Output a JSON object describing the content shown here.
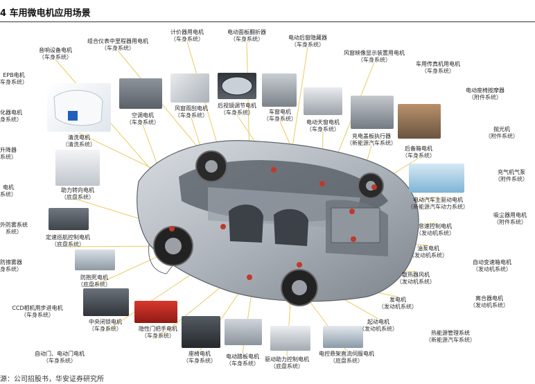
{
  "title": "4  车用微电机应用场景",
  "source": "源：公司招股书，华安证券研究所",
  "leaders_color": "#e8c75a",
  "labels": [
    {
      "id": "entertain",
      "name": "音响设备电机",
      "sub": "（车身系统）"
    },
    {
      "id": "cluster",
      "name": "组合仪表中里程器用电机",
      "sub": "（车身系统）"
    },
    {
      "id": "meter",
      "name": "计价器用电机",
      "sub": "（车身系统）"
    },
    {
      "id": "panelflip",
      "name": "电动面板翻折器",
      "sub": "（车身系统）"
    },
    {
      "id": "hiddenantenna",
      "name": "电动后窗隐藏器",
      "sub": "（车身系统）"
    },
    {
      "id": "hud",
      "name": "风窗映像显示装置用电机",
      "sub": "（车身系统）"
    },
    {
      "id": "fax",
      "name": "车用传真机用电机",
      "sub": "（车身系统）"
    },
    {
      "id": "seatmassage",
      "name": "电动座椅按摩器",
      "sub": "（附件系统）"
    },
    {
      "id": "epb",
      "name": "EPB电机",
      "sub": "车身系统）"
    },
    {
      "id": "purifier",
      "name": "化器电机",
      "sub": "身系统）"
    },
    {
      "id": "lift",
      "name": "升降器",
      "sub": "系统）"
    },
    {
      "id": "wash",
      "name": "清洗电机",
      "sub": "（清洗系统）"
    },
    {
      "id": "ac",
      "name": "空调电机",
      "sub": "（车身系统）"
    },
    {
      "id": "wiper",
      "name": "风窗雨刮电机",
      "sub": "（车身系统）"
    },
    {
      "id": "mirror",
      "name": "后视镜调节电机",
      "sub": "（车身系统）"
    },
    {
      "id": "sunroof",
      "name": "车窗电机",
      "sub": "（车身系统）"
    },
    {
      "id": "skyroof",
      "name": "电动天窗电机",
      "sub": "（车身系统）"
    },
    {
      "id": "chargeport",
      "name": "充电盖板执行器",
      "sub": "（新能源汽车系统）"
    },
    {
      "id": "trunk",
      "name": "后备箱电机",
      "sub": "（车身系统）"
    },
    {
      "id": "polish",
      "name": "抛光机",
      "sub": "（附件系统）"
    },
    {
      "id": "inflator",
      "name": "充气机气泵",
      "sub": "（附件系统）"
    },
    {
      "id": "vacuum",
      "name": "吸尘器用电机",
      "sub": "（附件系统）"
    },
    {
      "id": "steer",
      "name": "助力转向电机",
      "sub": "（底盘系统）"
    },
    {
      "id": "e1",
      "name": "电机",
      "sub": "系统）"
    },
    {
      "id": "evmain",
      "name": "电动汽车主驱动电机",
      "sub": "（新能源汽车动力系统）"
    },
    {
      "id": "antiwind",
      "name": "外防雾系统",
      "sub": "系统）"
    },
    {
      "id": "cruise",
      "name": "定速巡航控制电机",
      "sub": "（底盘系统）"
    },
    {
      "id": "idle",
      "name": "怠速控制电机",
      "sub": "（发动机系统）"
    },
    {
      "id": "oilpump",
      "name": "油泵电机",
      "sub": "（发动机系统）"
    },
    {
      "id": "defog",
      "name": "防擦雾器",
      "sub": "身系统）"
    },
    {
      "id": "abs",
      "name": "防抱死电机",
      "sub": "（底盘系统）"
    },
    {
      "id": "radiator",
      "name": "散热器风机",
      "sub": "（发动机系统）"
    },
    {
      "id": "autotrans",
      "name": "自动变速箱电机",
      "sub": "（发动机系统）"
    },
    {
      "id": "ccd",
      "name": "CCD相机用步进电机",
      "sub": "（车身系统）"
    },
    {
      "id": "centrallock",
      "name": "中央闭锁电机",
      "sub": "（车身系统）"
    },
    {
      "id": "generator",
      "name": "发电机",
      "sub": "（发动机系统）"
    },
    {
      "id": "clutch",
      "name": "离合器电机",
      "sub": "（发动机系统）"
    },
    {
      "id": "hiddenhandle",
      "name": "隐性门把手电机",
      "sub": "（车身系统）"
    },
    {
      "id": "starter",
      "name": "起动电机",
      "sub": "（发动机系统）"
    },
    {
      "id": "thermal",
      "name": "热能源管理系统",
      "sub": "（新能源汽车系统）"
    },
    {
      "id": "autodoor",
      "name": "自动门、电动门电机",
      "sub": "（车身系统）"
    },
    {
      "id": "seat",
      "name": "座椅电机",
      "sub": "（车身系统）"
    },
    {
      "id": "pedal",
      "name": "电动踏板电机",
      "sub": "（车身系统）"
    },
    {
      "id": "brakeboost",
      "name": "驱动助力控制电机",
      "sub": "（底盘系统）"
    },
    {
      "id": "suspension",
      "name": "电控悬架直流伺服电机",
      "sub": "（底盘系统）"
    }
  ]
}
